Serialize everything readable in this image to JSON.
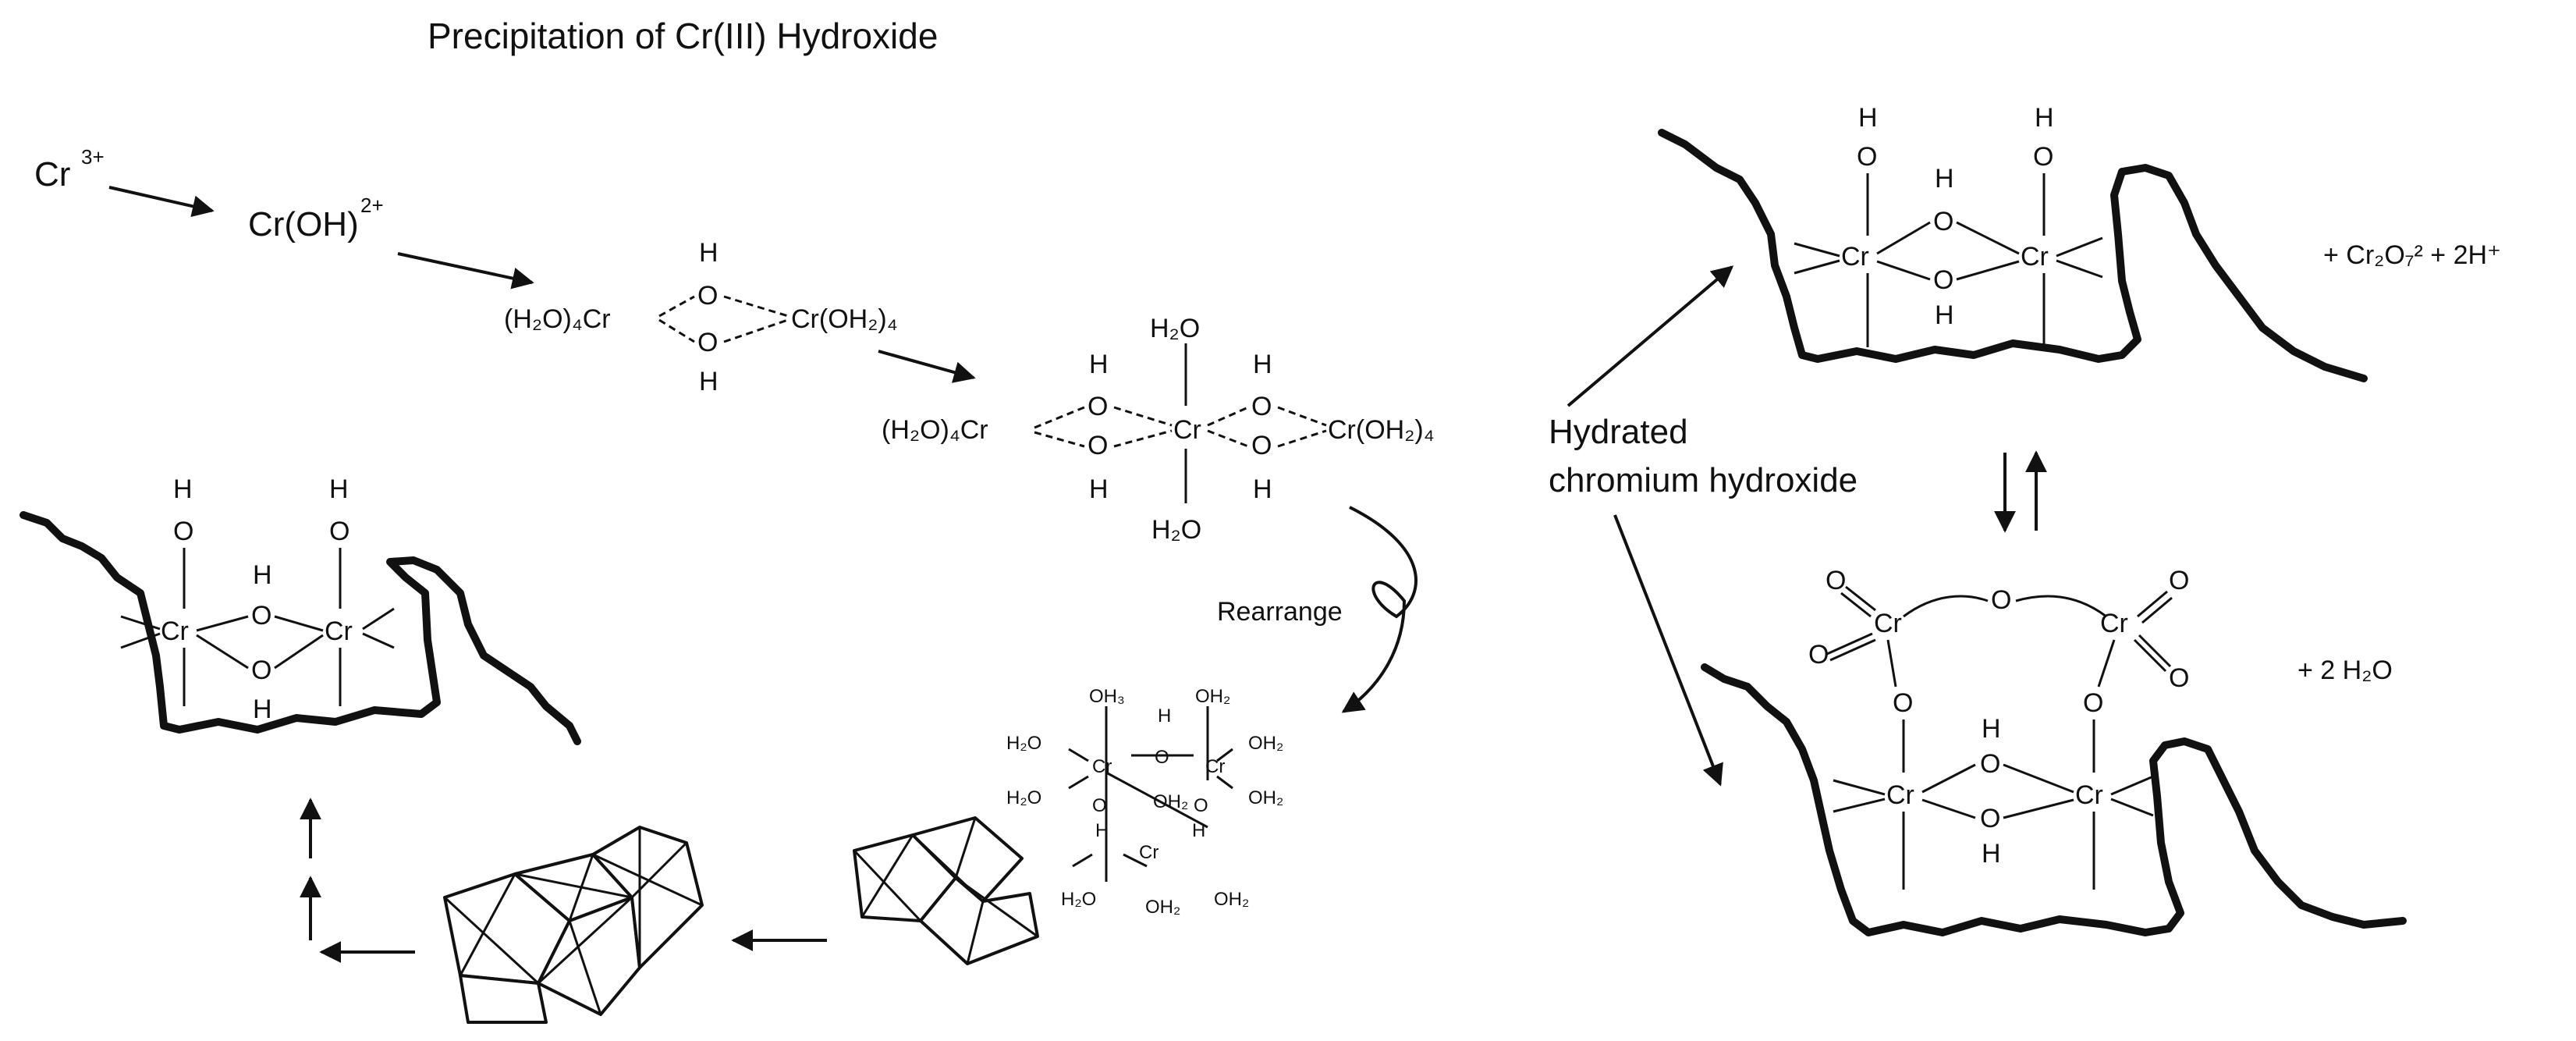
{
  "title": "Precipitation of Cr(III) Hydroxide",
  "species": {
    "cr3": "Cr",
    "cr3_charge": "3+",
    "croh": "Cr(OH)",
    "croh_charge": "2+",
    "dimer": {
      "left": "(H₂O)₄Cr",
      "right": "Cr(OH₂)₄",
      "o": "O",
      "h": "H"
    },
    "trimer": {
      "left": "(H₂O)₄Cr",
      "right": "Cr(OH₂)₄",
      "center": "Cr",
      "top": "H₂O",
      "bottom": "H₂O",
      "o": "O",
      "h": "H"
    }
  },
  "labels": {
    "rearrange": "Rearrange",
    "hydrated_line1": "Hydrated",
    "hydrated_line2": "chromium hydroxide",
    "product_top": "+ Cr₂O₇² + 2H⁺",
    "product_bottom": "+ 2 H₂O"
  },
  "atoms": {
    "cr": "Cr",
    "o": "O",
    "h": "H",
    "h2o": "H₂O",
    "oh2": "OH₂",
    "oh3": "OH₃"
  }
}
